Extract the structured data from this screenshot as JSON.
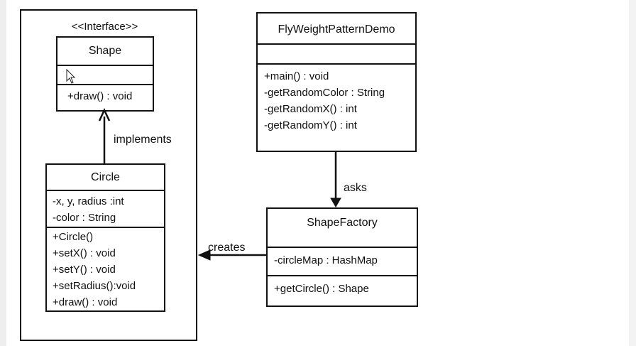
{
  "shape": {
    "stereotype": "<<Interface>>",
    "name": "Shape",
    "methods": [
      "+draw() : void"
    ]
  },
  "circle": {
    "name": "Circle",
    "attributes": [
      "-x, y, radius :int",
      "-color : String"
    ],
    "methods": [
      "+Circle()",
      "+setX() : void",
      "+setY() : void",
      "+setRadius():void",
      "+draw() : void"
    ]
  },
  "demo": {
    "name": "FlyWeightPatternDemo",
    "methods": [
      "+main() : void",
      "-getRandomColor : String",
      "-getRandomX() : int",
      "-getRandomY() : int"
    ]
  },
  "factory": {
    "name": "ShapeFactory",
    "attributes": [
      "-circleMap : HashMap"
    ],
    "methods": [
      "+getCircle() : Shape"
    ]
  },
  "relations": {
    "implements": "implements",
    "asks": "asks",
    "creates": "creates"
  }
}
